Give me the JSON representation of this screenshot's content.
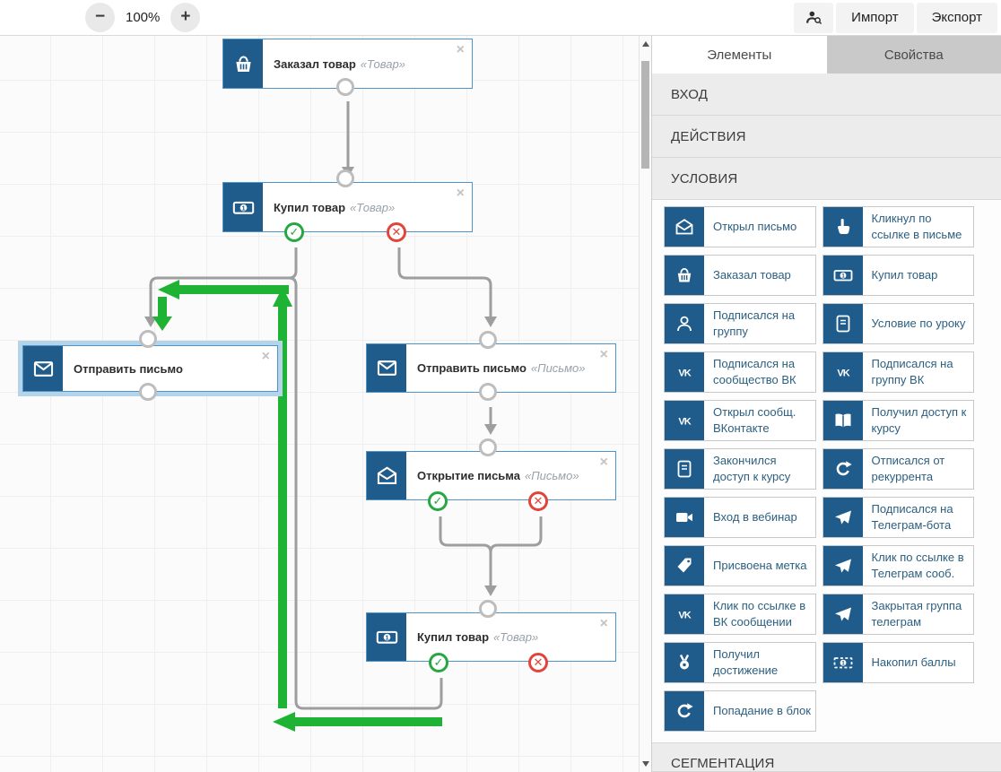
{
  "toolbar": {
    "zoom_out_label": "−",
    "zoom_level": "100%",
    "zoom_in_label": "+",
    "import_label": "Импорт",
    "export_label": "Экспорт"
  },
  "canvas": {
    "close_glyph": "×",
    "check_glyph": "✓",
    "cross_glyph": "✕",
    "nodes": [
      {
        "icon": "basket-icon",
        "title": "Заказал товар",
        "subtitle": "«Товар»",
        "selected": false
      },
      {
        "icon": "banknote-icon",
        "title": "Купил товар",
        "subtitle": "«Товар»",
        "selected": false
      },
      {
        "icon": "envelope-icon",
        "title": "Отправить письмо",
        "subtitle": "",
        "selected": true
      },
      {
        "icon": "envelope-icon",
        "title": "Отправить письмо",
        "subtitle": "«Письмо»",
        "selected": false
      },
      {
        "icon": "envelope-open-icon",
        "title": "Открытие письма",
        "subtitle": "«Письмо»",
        "selected": false
      },
      {
        "icon": "banknote-icon",
        "title": "Купил товар",
        "subtitle": "«Товар»",
        "selected": false
      }
    ]
  },
  "sidebar": {
    "tabs": [
      {
        "label": "Элементы",
        "active": true
      },
      {
        "label": "Свойства",
        "active": false
      }
    ],
    "sections": [
      {
        "label": "ВХОД"
      },
      {
        "label": "ДЕЙСТВИЯ"
      },
      {
        "label": "УСЛОВИЯ",
        "expanded": true
      },
      {
        "label": "СЕГМЕНТАЦИЯ"
      }
    ],
    "palette": [
      {
        "icon": "envelope-open-icon",
        "label": "Открыл письмо"
      },
      {
        "icon": "hand-click-icon",
        "label": "Кликнул по ссылке в письме"
      },
      {
        "icon": "basket-icon",
        "label": "Заказал товар"
      },
      {
        "icon": "banknote-icon",
        "label": "Купил товар"
      },
      {
        "icon": "person-icon",
        "label": "Подписался на группу"
      },
      {
        "icon": "lesson-icon",
        "label": "Условие по уроку"
      },
      {
        "icon": "vk-icon",
        "label": "Подписался на сообщество ВК"
      },
      {
        "icon": "vk-icon",
        "label": "Подписался на группу ВК"
      },
      {
        "icon": "vk-icon",
        "label": "Открыл сообщ. ВКонтакте"
      },
      {
        "icon": "open-book-icon",
        "label": "Получил доступ к курсу"
      },
      {
        "icon": "lesson-icon",
        "label": "Закончился доступ к курсу"
      },
      {
        "icon": "refresh-icon",
        "label": "Отписался от рекуррента"
      },
      {
        "icon": "webinar-icon",
        "label": "Вход в вебинар"
      },
      {
        "icon": "telegram-icon",
        "label": "Подписался на Телеграм-бота"
      },
      {
        "icon": "tag-icon",
        "label": "Присвоена метка"
      },
      {
        "icon": "telegram-icon",
        "label": "Клик по ссылке в Телеграм сооб."
      },
      {
        "icon": "vk-icon",
        "label": "Клик по ссылке в ВК сообщении"
      },
      {
        "icon": "telegram-icon",
        "label": "Закрытая группа телеграм"
      },
      {
        "icon": "medal-icon",
        "label": "Получил достижение"
      },
      {
        "icon": "banknote-dashed-icon",
        "label": "Накопил баллы"
      },
      {
        "icon": "refresh-icon",
        "label": "Попадание в блок"
      }
    ]
  },
  "colors": {
    "icon_blue": "#1f5c8c",
    "node_border_blue": "#4e93c9",
    "selection_halo": "#b5d3e9",
    "flow_green": "#1eb335",
    "success_green": "#27a744",
    "error_red": "#e0453c",
    "connector_gray": "#9e9e9e"
  }
}
